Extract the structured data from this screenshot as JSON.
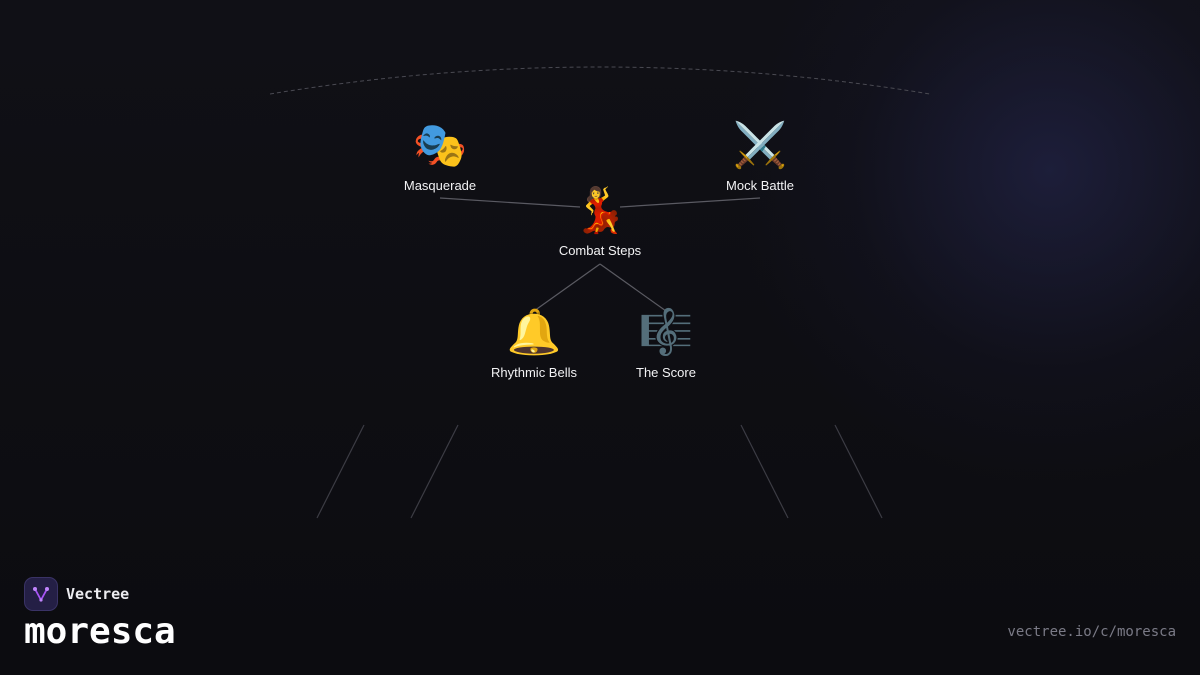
{
  "diagram": {
    "root": {
      "icon": "💃",
      "label": "Combat Steps"
    },
    "parents": [
      {
        "icon": "🎭",
        "label": "Masquerade"
      },
      {
        "icon": "⚔️",
        "label": "Mock Battle"
      }
    ],
    "children": [
      {
        "icon": "🔔",
        "label": "Rhythmic Bells"
      },
      {
        "icon": "🎼",
        "label": "The Score"
      }
    ]
  },
  "branding": {
    "app_name": "Vectree",
    "slug": "moresca",
    "url": "vectree.io/c/moresca",
    "logo_icon": "vectree-logo-icon",
    "accent": "#a855f7"
  }
}
